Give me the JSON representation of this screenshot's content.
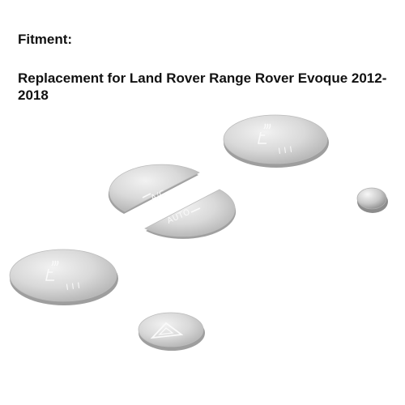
{
  "heading": {
    "fitment": "Fitment:",
    "description": "Replacement for Land Rover Range Rover Evoque 2012-2018"
  },
  "buttons": {
    "ac_label": "A/C",
    "auto_label": "AUTO",
    "seat_level_marks": "I I I"
  },
  "colors": {
    "text": "#111111",
    "aluminum_light": "#e9e9e9",
    "aluminum_dark": "#a8a8a8",
    "engraving": "#fafafa"
  }
}
